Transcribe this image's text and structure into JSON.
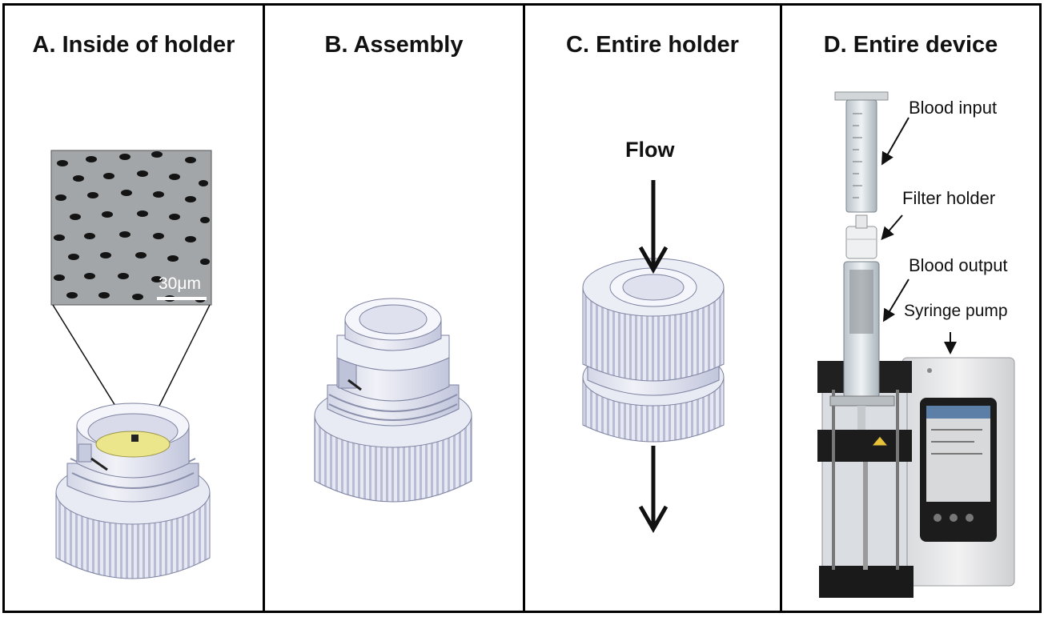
{
  "panels": {
    "a": {
      "title": "A. Inside of holder",
      "scale_bar": "30μm"
    },
    "b": {
      "title": "B. Assembly"
    },
    "c": {
      "title": "C. Entire holder",
      "flow_label": "Flow"
    },
    "d": {
      "title": "D. Entire device",
      "labels": {
        "blood_input": "Blood input",
        "filter_holder": "Filter holder",
        "blood_output": "Blood output",
        "syringe_pump": "Syringe pump"
      }
    }
  },
  "colors": {
    "border": "#000000",
    "holder_body": "#e4e7f2",
    "holder_shade": "#c7cbe0",
    "membrane": "#e9e58a",
    "sem_bg": "#a7a9aa",
    "pump_body": "#e9e9ea"
  },
  "icons": {
    "knurled_cap": "cylinder-with-ridges",
    "arrow": "down-arrow"
  }
}
